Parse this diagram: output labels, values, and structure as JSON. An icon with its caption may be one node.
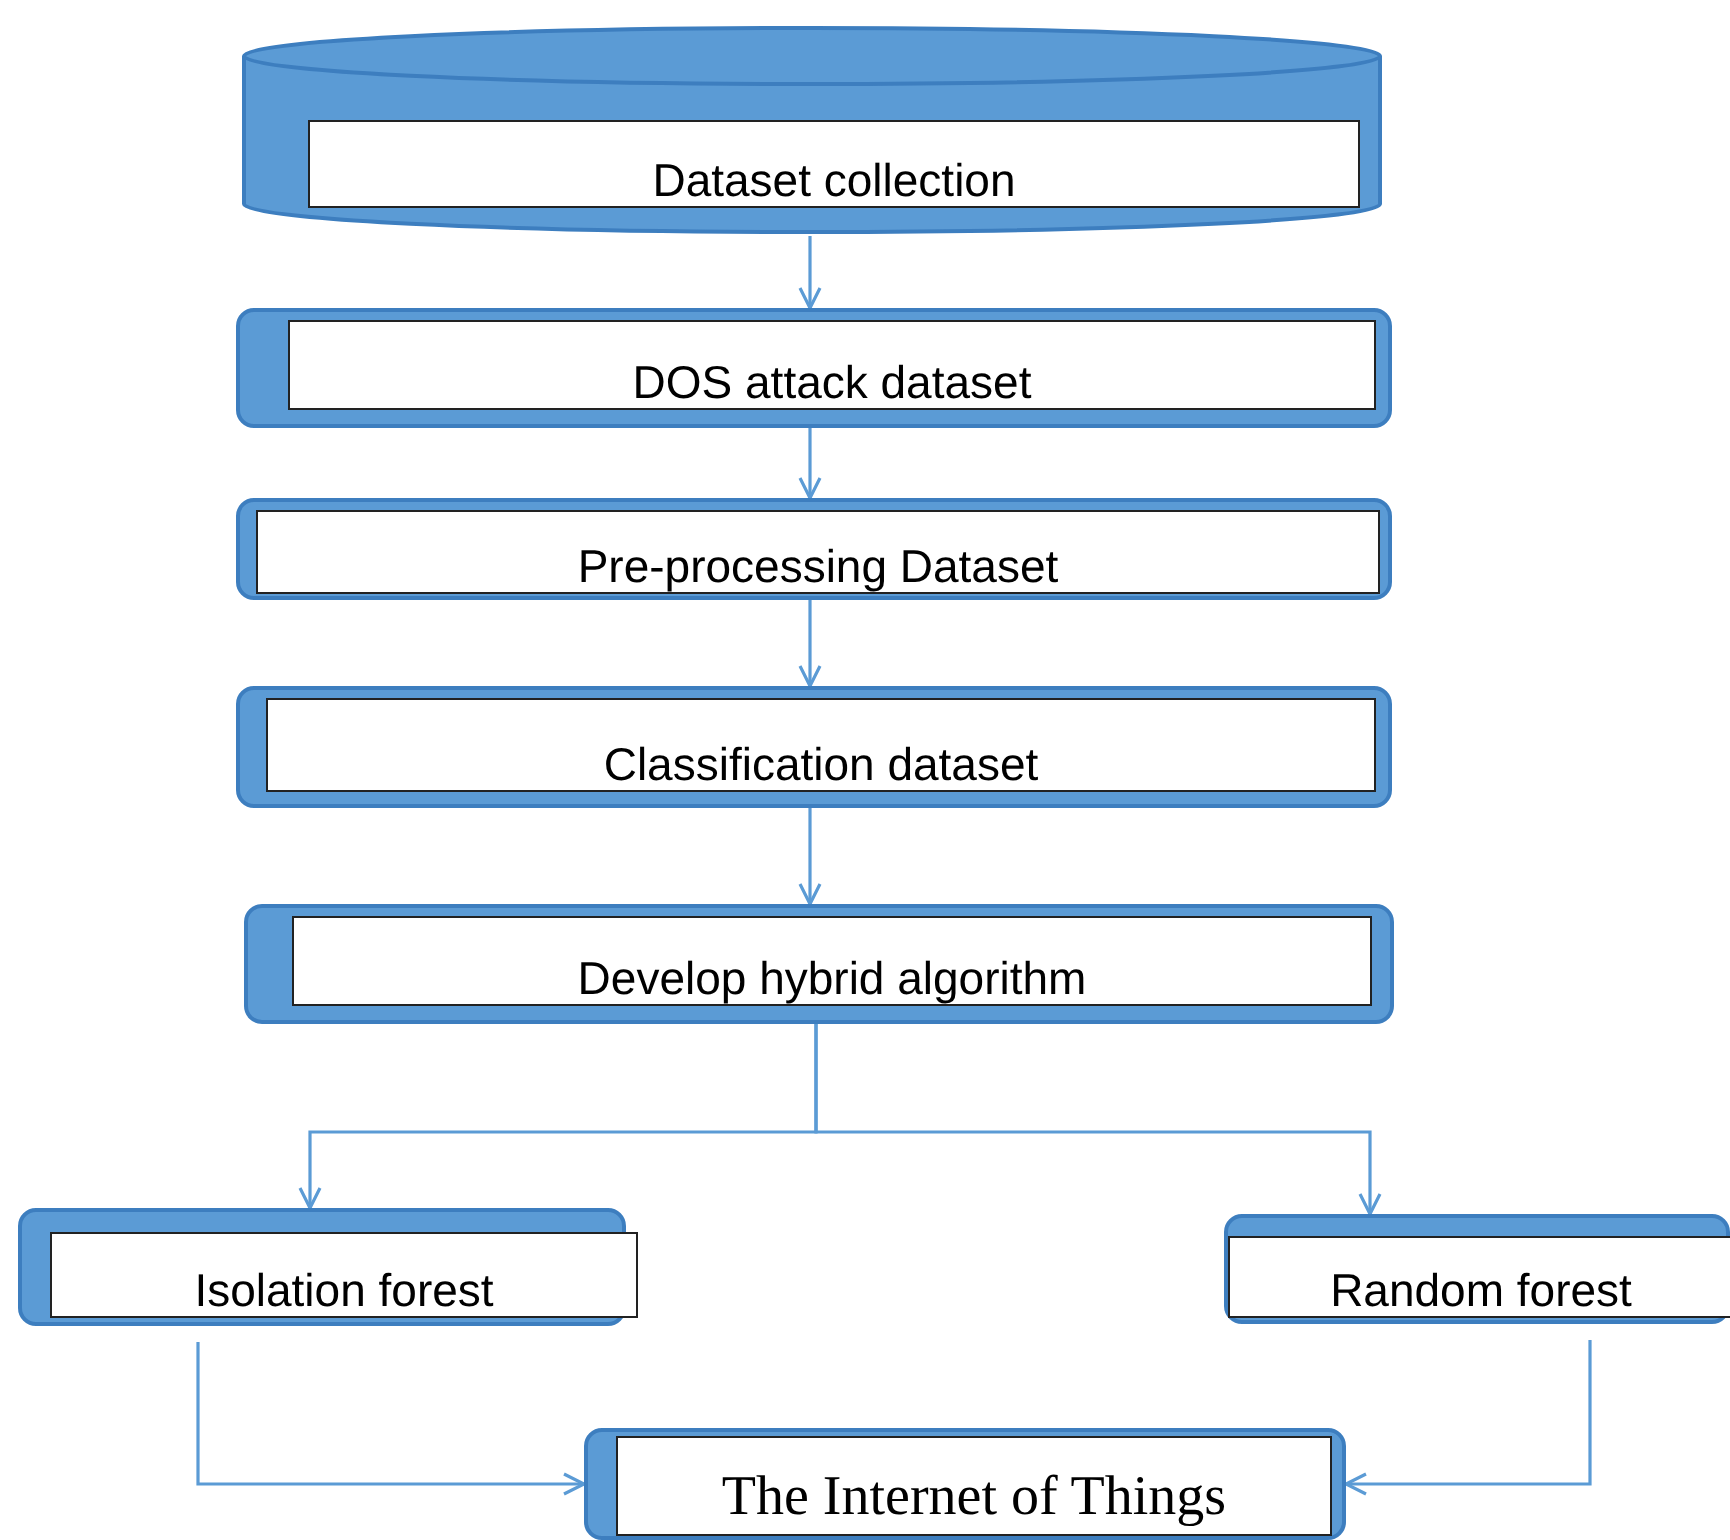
{
  "diagram": {
    "nodes": [
      {
        "text": [
          "Dataset collection"
        ]
      },
      {
        "text": [
          "DOS attack dataset"
        ]
      },
      {
        "text": [
          "Pre-processing Dataset"
        ]
      },
      {
        "text": [
          "Classification dataset"
        ]
      },
      {
        "text": [
          "Develop hybrid algorithm"
        ]
      },
      {
        "text": [
          "Isolation forest"
        ]
      },
      {
        "text": [
          "Random forest"
        ]
      },
      {
        "text": [
          "The Internet of Things"
        ]
      }
    ],
    "edges": [
      {
        "from": 0,
        "to": 1,
        "arrow": "to"
      },
      {
        "from": 1,
        "to": 2,
        "arrow": "to"
      },
      {
        "from": 2,
        "to": 3,
        "arrow": "to"
      },
      {
        "from": 3,
        "to": 4,
        "arrow": "to"
      },
      {
        "from": 4,
        "to": 5,
        "arrow": "to"
      },
      {
        "from": 4,
        "to": 6,
        "arrow": "to"
      },
      {
        "from": 5,
        "to": 7,
        "arrow": "to"
      },
      {
        "from": 6,
        "to": 7,
        "arrow": "to"
      }
    ]
  }
}
